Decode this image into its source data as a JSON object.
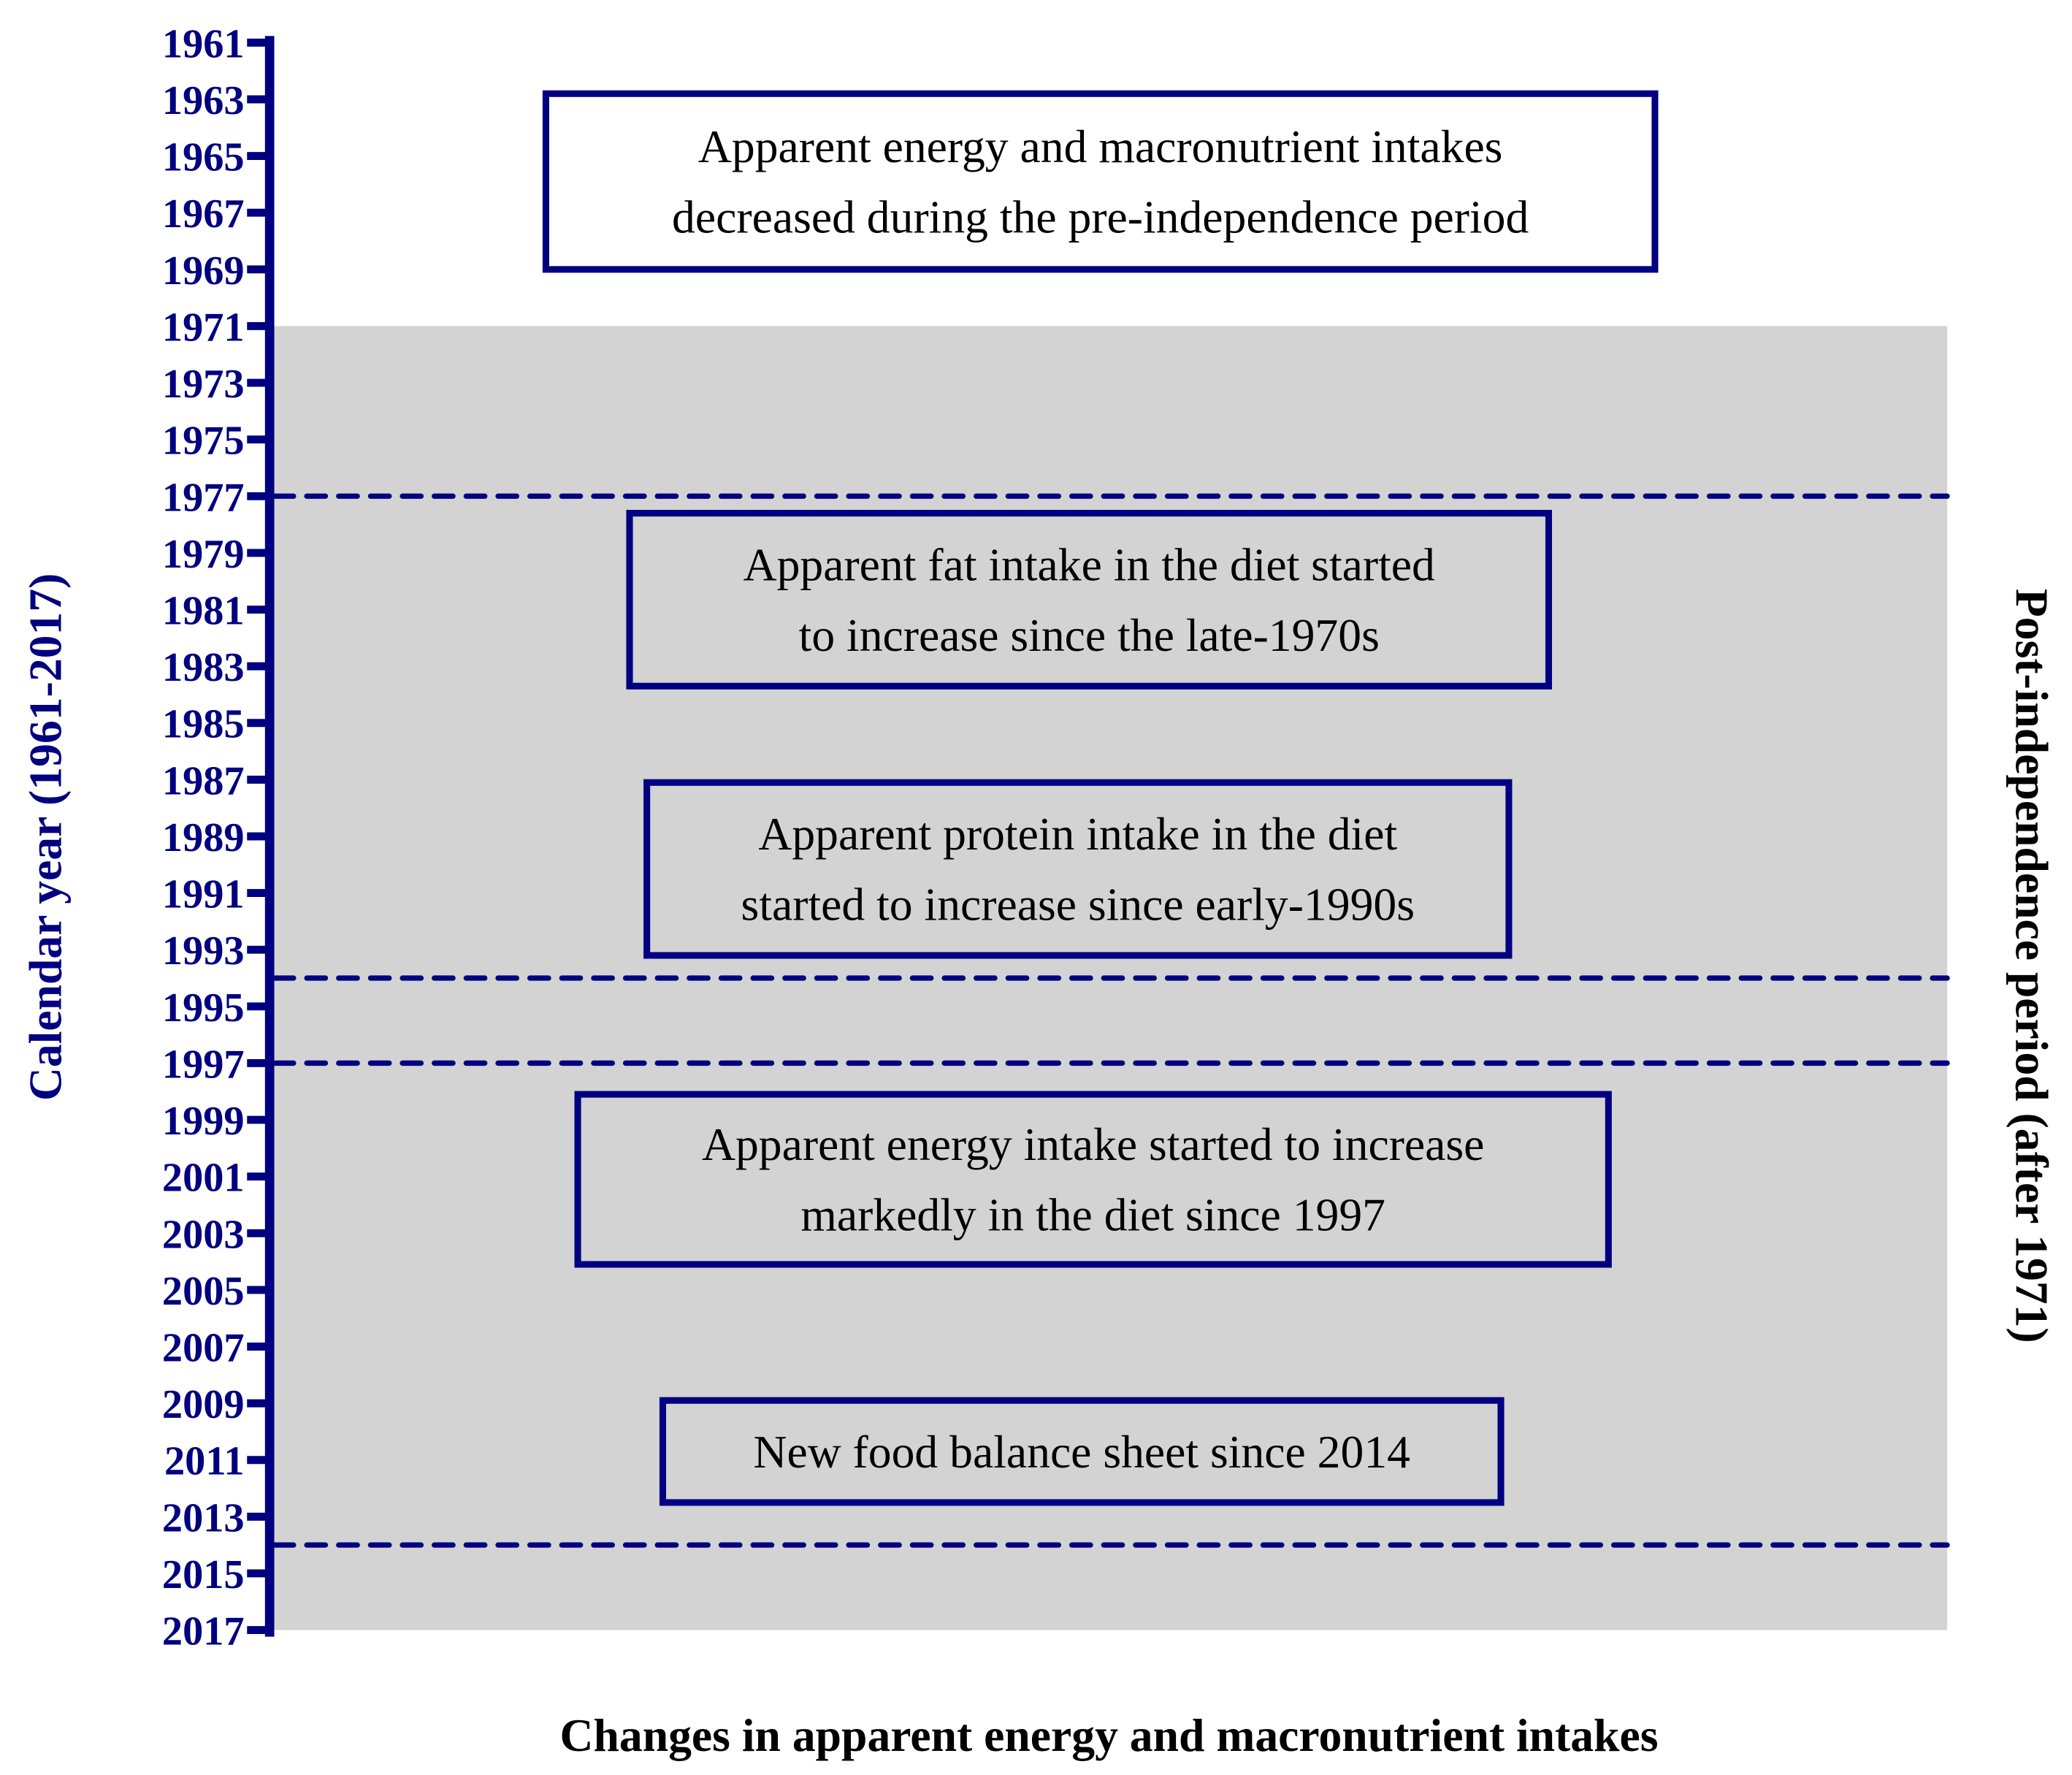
{
  "chart_data": {
    "type": "timeline",
    "ylabel": "Calendar year (1961-2017)",
    "xlabel": "Changes in apparent energy and macronutrient intakes",
    "right_label": "Post-independence period (after 1971)",
    "ylim": [
      1961,
      2017
    ],
    "tick_labels": [
      "1961",
      "1963",
      "1965",
      "1967",
      "1969",
      "1971",
      "1973",
      "1975",
      "1977",
      "1979",
      "1981",
      "1983",
      "1985",
      "1987",
      "1989",
      "1991",
      "1993",
      "1995",
      "1997",
      "1999",
      "2001",
      "2003",
      "2005",
      "2007",
      "2009",
      "2011",
      "2013",
      "2015",
      "2017"
    ],
    "shaded_period": {
      "start": 1971,
      "end": 2017,
      "color": "#d3d3d3"
    },
    "dashed_lines": [
      1977,
      1994,
      1997,
      2014
    ],
    "annotations": [
      {
        "lines": [
          "Apparent energy and macronutrient intakes",
          "decreased during the pre-independence period"
        ],
        "year_top": 1962.8,
        "year_bottom": 1969
      },
      {
        "lines": [
          "Apparent fat intake in the diet started",
          "to increase since the late-1970s"
        ],
        "year_top": 1977.6,
        "year_bottom": 1983.7
      },
      {
        "lines": [
          "Apparent protein intake in the diet",
          "started to increase since early-1990s"
        ],
        "year_top": 1987.1,
        "year_bottom": 1993.2
      },
      {
        "lines": [
          "Apparent energy intake started to increase",
          "markedly in the diet since 1997"
        ],
        "year_top": 1998.1,
        "year_bottom": 2004.1
      },
      {
        "lines": [
          "New food balance sheet since 2014"
        ],
        "year_top": 2008.9,
        "year_bottom": 2012.5
      }
    ],
    "colors": {
      "axis": "#000080",
      "box_border": "#000080",
      "text": "#000000",
      "shade": "#d3d3d3"
    }
  }
}
